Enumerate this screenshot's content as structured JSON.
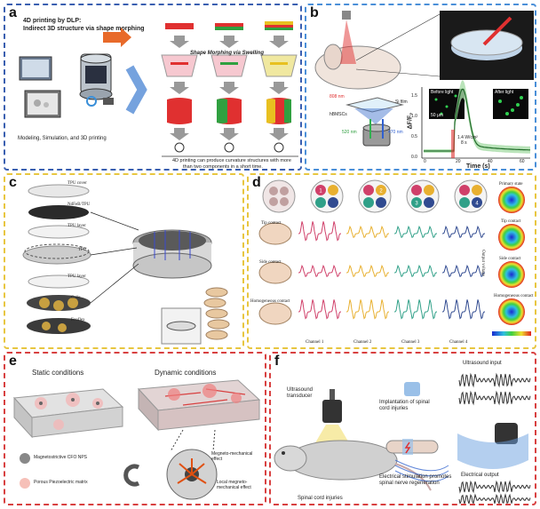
{
  "panel_a": {
    "letter": "a",
    "title_line1": "4D printing by DLP:",
    "title_line2": "Indirect 3D structure via shape morphing",
    "left_caption": "Modeling, Simulation, and 3D printing",
    "morph_label": "Shape Morphing via Swelling",
    "bottom_line1": "4D printing can produce curvature structures with more",
    "bottom_line2": "than two components in a short time."
  },
  "panel_b": {
    "letter": "b",
    "laser_label": "808 nm",
    "film_label": "Si film",
    "cells_label": "hBMSCs",
    "green_label": "520 nm",
    "blue_label": "470 nm",
    "ylabel": "ΔF/F₀",
    "xlabel": "Time (s)",
    "before_label": "Before light",
    "after_label": "After light",
    "scale_label": "50 μm",
    "pulse_label1": "1.4 W/cm²",
    "pulse_label2": "8 s",
    "xticks": [
      "0",
      "20",
      "40",
      "60"
    ],
    "yticks": [
      "0.0",
      "0.5",
      "1.0",
      "1.5"
    ]
  },
  "panel_c": {
    "letter": "c",
    "layers": [
      "TPU cover",
      "NdFeB/TPU",
      "TPU layer",
      "TPU",
      "TPU layer",
      "Coils",
      "Ecoflex"
    ]
  },
  "panel_d": {
    "letter": "d",
    "row_labels": [
      "Tip contact",
      "Side contact",
      "Homogeneous contact"
    ],
    "channels": [
      "Channel 1",
      "Channel 2",
      "Channel 3",
      "Channel 4"
    ],
    "disc_numbers": [
      "1",
      "2",
      "3",
      "4"
    ],
    "output_label": "Output voltage",
    "heatmap_labels": [
      "Primary state",
      "Tip contact",
      "Side contact",
      "Homogeneous contact"
    ]
  },
  "panel_e": {
    "letter": "e",
    "static_label": "Static conditions",
    "dynamic_label": "Dynamic conditions",
    "legend_cfo": "Magnetostrictive CFO NPS",
    "legend_matrix": "Porous Piezoelectric matrix",
    "mm_effect": "Megneto-mechanical effect",
    "local_effect": "Local megneto-mechanical effect"
  },
  "panel_f": {
    "letter": "f",
    "transducer_label": "Ultrasound transducer",
    "implant_label": "Implantation of spinal cord injuries",
    "injury_label": "Spinal cord injuries",
    "stim_label": "Electrical stimulation promotes spinal nerve regeneration",
    "input_label": "Ultrasound input",
    "output_label": "Electrical output"
  },
  "colors": {
    "panel_a_border": "#3a5fb0",
    "panel_b_border": "#4a8fd8",
    "panel_c_border": "#e8c640",
    "panel_d_border": "#e8c640",
    "panel_e_border": "#d84040",
    "panel_f_border": "#d84040",
    "channel1": "#d0406a",
    "channel2": "#e8b030",
    "channel3": "#30a088",
    "channel4": "#304a90"
  }
}
